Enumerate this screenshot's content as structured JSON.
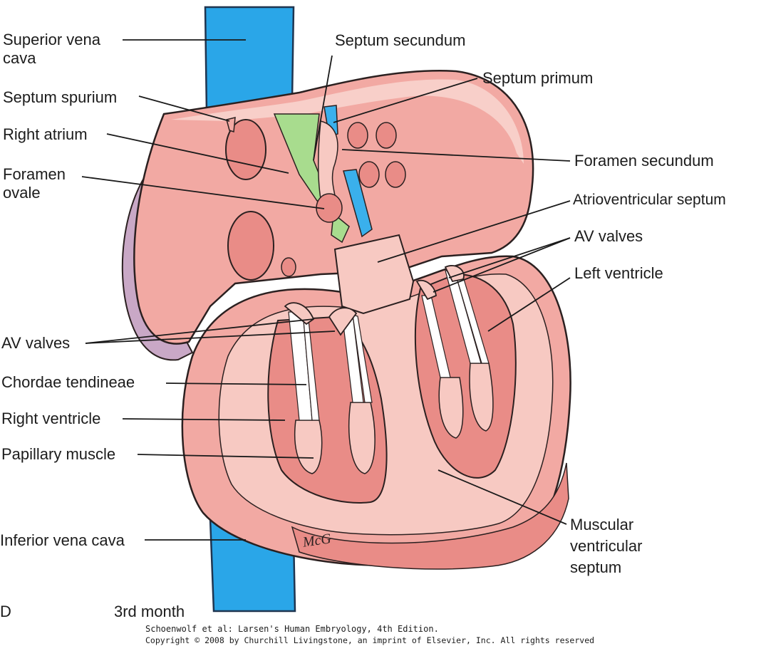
{
  "labels": {
    "superior_vena_cava": "Superior vena\ncava",
    "septum_spurium": "Septum spurium",
    "right_atrium": "Right atrium",
    "foramen_ovale": "Foramen\novale",
    "av_valves_left": "AV valves",
    "chordae_tendineae": "Chordae tendineae",
    "right_ventricle": "Right ventricle",
    "papillary_muscle": "Papillary muscle",
    "inferior_vena_cava": "Inferior vena cava",
    "septum_secundum": "Septum secundum",
    "septum_primum": "Septum primum",
    "foramen_secundum": "Foramen secundum",
    "atrioventricular_septum": "Atrioventricular septum",
    "av_valves_right": "AV valves",
    "left_ventricle": "Left ventricle",
    "muscular_ventricular_septum": "Muscular\nventricular\nseptum"
  },
  "panel_letter": "D",
  "stage": "3rd month",
  "citation": {
    "line1": "Schoenwolf et al: Larsen's Human Embryology, 4th Edition.",
    "line2": "Copyright © 2008 by Churchill Livingstone, an imprint of Elsevier, Inc. All rights reserved"
  },
  "signature": "McG",
  "colors": {
    "vena_cava": "#2aa6e8",
    "tissue_light": "#f7c9c2",
    "tissue_mid": "#f2a9a3",
    "tissue_dark": "#e98c87",
    "septum_green": "#a8dc8e",
    "septum_blue": "#3ab0ec",
    "pericardium": "#c9a8c6",
    "outline": "#2b2020"
  }
}
